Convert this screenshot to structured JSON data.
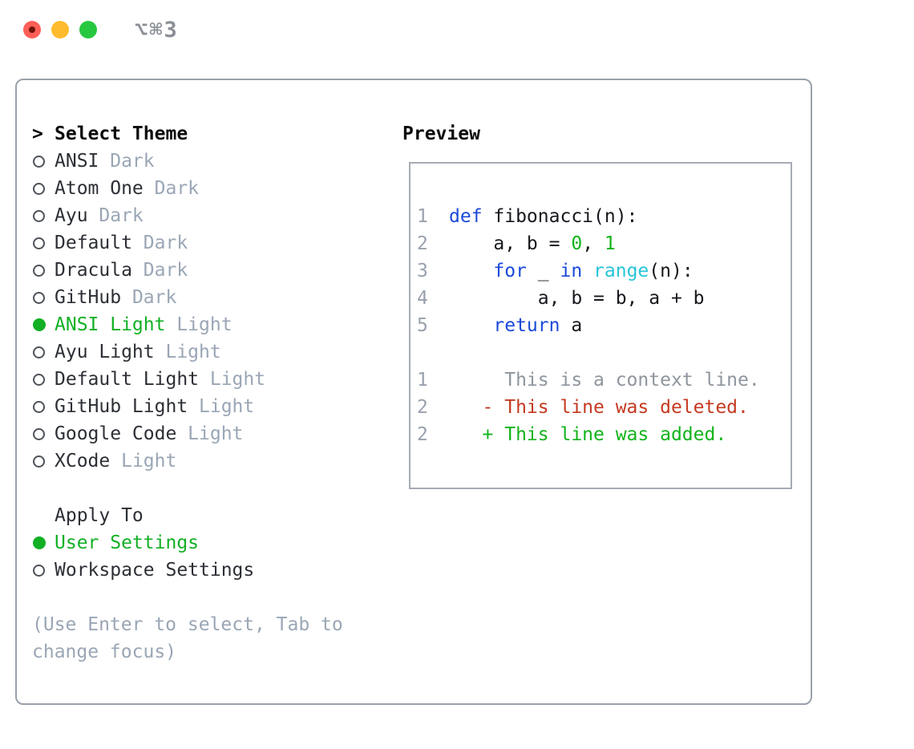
{
  "titlebar": {
    "title": "⌥⌘3"
  },
  "colors": {
    "accent_green": "#12b024",
    "syntax_blue": "#1b49d8",
    "syntax_cyan": "#27c4d8",
    "diff_red": "#c43a20",
    "diff_green": "#12b31c",
    "muted": "#9aa6b5",
    "line_number": "#99a1ad",
    "context_gray": "#8e959e",
    "text": "#2c2f35",
    "heading": "#0b0b0c",
    "border": "#9aa1ab",
    "box_border": "#a6abb4",
    "code_text": "#16181d",
    "radio_ring": "#4d525a",
    "traffic_red": "#fe5f57",
    "traffic_yellow": "#febb2e",
    "traffic_green": "#27c83f"
  },
  "panel": {
    "prompt": ">",
    "header_label": "Select Theme",
    "items": [
      {
        "name": "ANSI",
        "tag": "Dark",
        "selected": false
      },
      {
        "name": "Atom One",
        "tag": "Dark",
        "selected": false
      },
      {
        "name": "Ayu",
        "tag": "Dark",
        "selected": false
      },
      {
        "name": "Default",
        "tag": "Dark",
        "selected": false
      },
      {
        "name": "Dracula",
        "tag": "Dark",
        "selected": false
      },
      {
        "name": "GitHub",
        "tag": "Dark",
        "selected": false
      },
      {
        "name": "ANSI Light",
        "tag": "Light",
        "selected": true
      },
      {
        "name": "Ayu Light",
        "tag": "Light",
        "selected": false
      },
      {
        "name": "Default Light",
        "tag": "Light",
        "selected": false
      },
      {
        "name": "GitHub Light",
        "tag": "Light",
        "selected": false
      },
      {
        "name": "Google Code",
        "tag": "Light",
        "selected": false
      },
      {
        "name": "XCode",
        "tag": "Light",
        "selected": false
      }
    ],
    "apply_label": "Apply To",
    "apply_options": [
      {
        "name": "User Settings",
        "selected": true
      },
      {
        "name": "Workspace Settings",
        "selected": false
      }
    ],
    "hint": "(Use Enter to select, Tab to change focus)"
  },
  "preview": {
    "label": "Preview",
    "lines": [
      {
        "n": "1",
        "s": [
          [
            "def",
            "blue"
          ],
          [
            " fibonacci(n):",
            "fg"
          ]
        ]
      },
      {
        "n": "2",
        "s": [
          [
            "    a, b = ",
            "fg"
          ],
          [
            "0",
            "green"
          ],
          [
            ", ",
            "fg"
          ],
          [
            "1",
            "green"
          ]
        ]
      },
      {
        "n": "3",
        "s": [
          [
            "    ",
            "fg"
          ],
          [
            "for",
            "blue"
          ],
          [
            " _ ",
            "fg"
          ],
          [
            "in",
            "blue"
          ],
          [
            " ",
            "fg"
          ],
          [
            "range",
            "cyan"
          ],
          [
            "(n):",
            "fg"
          ]
        ]
      },
      {
        "n": "4",
        "s": [
          [
            "        a, b = b, a + b",
            "fg"
          ]
        ]
      },
      {
        "n": "5",
        "s": [
          [
            "    ",
            "fg"
          ],
          [
            "return",
            "blue"
          ],
          [
            " a",
            "fg"
          ]
        ]
      },
      {
        "n": "",
        "s": []
      },
      {
        "n": "1",
        "s": [
          [
            "     This is a context line.",
            "muted"
          ]
        ]
      },
      {
        "n": "2",
        "s": [
          [
            "   - This line was deleted.",
            "red"
          ]
        ]
      },
      {
        "n": "2",
        "s": [
          [
            "   + This line was added.",
            "green"
          ]
        ]
      }
    ]
  }
}
